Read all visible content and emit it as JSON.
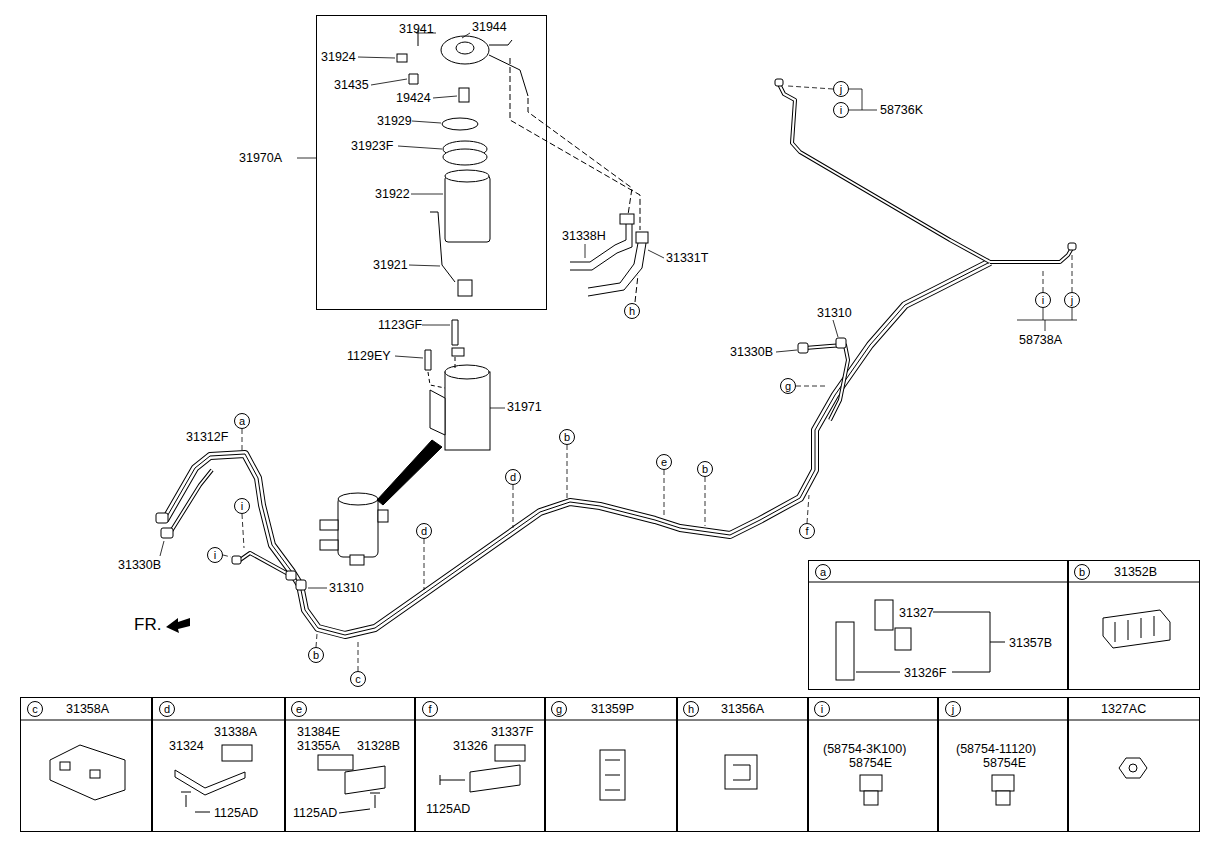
{
  "diagram": {
    "nodes": [
      {
        "text": [
          "31970A"
        ]
      },
      {
        "text": [
          "j"
        ]
      },
      {
        "text": [
          "i"
        ]
      },
      {
        "text": [
          "i"
        ]
      },
      {
        "text": [
          "j"
        ]
      },
      {
        "text": [
          "h"
        ]
      },
      {
        "text": [
          "g"
        ]
      },
      {
        "text": [
          "a"
        ]
      },
      {
        "text": [
          "b"
        ]
      },
      {
        "text": [
          "e"
        ]
      },
      {
        "text": [
          "b"
        ]
      },
      {
        "text": [
          "d"
        ]
      },
      {
        "text": [
          "i"
        ]
      },
      {
        "text": [
          "f"
        ]
      },
      {
        "text": [
          "d"
        ]
      },
      {
        "text": [
          "i"
        ]
      },
      {
        "text": [
          "b"
        ]
      },
      {
        "text": [
          "c"
        ]
      },
      {
        "text": [
          "31327",
          "31357B",
          "31326F"
        ]
      },
      {
        "text": [
          "a"
        ],
        "in": 18
      },
      {
        "text": [
          "31352B"
        ]
      },
      {
        "text": [
          "b"
        ],
        "in": 20
      },
      {
        "text": [
          "31358A"
        ]
      },
      {
        "text": [
          "c"
        ],
        "in": 22
      },
      {
        "text": [
          "31338A",
          "31324",
          "1125AD"
        ]
      },
      {
        "text": [
          "d"
        ],
        "in": 24
      },
      {
        "text": [
          "31384E",
          "31355A",
          "31328B",
          "1125AD"
        ]
      },
      {
        "text": [
          "e"
        ],
        "in": 26
      },
      {
        "text": [
          "31337F",
          "31326",
          "1125AD"
        ]
      },
      {
        "text": [
          "f"
        ],
        "in": 28
      },
      {
        "text": [
          "31359P"
        ]
      },
      {
        "text": [
          "g"
        ],
        "in": 30
      },
      {
        "text": [
          "31356A"
        ]
      },
      {
        "text": [
          "h"
        ],
        "in": 32
      },
      {
        "text": [
          "(58754-3K100)",
          "58754E"
        ]
      },
      {
        "text": [
          "i"
        ],
        "in": 34
      },
      {
        "text": [
          "(58754-11120)",
          "58754E"
        ]
      },
      {
        "text": [
          "j"
        ],
        "in": 36
      },
      {
        "text": [
          "1327AC"
        ]
      }
    ],
    "labels": [
      "31941",
      "31944",
      "31924",
      "31435",
      "19424",
      "31929",
      "31923F",
      "31922",
      "31921",
      "31338H",
      "31331T",
      "1123GF",
      "1129EY",
      "31971",
      "31312F",
      "31330B",
      "31310",
      "31310",
      "31330B",
      "58736K",
      "58738A",
      "FR."
    ]
  }
}
